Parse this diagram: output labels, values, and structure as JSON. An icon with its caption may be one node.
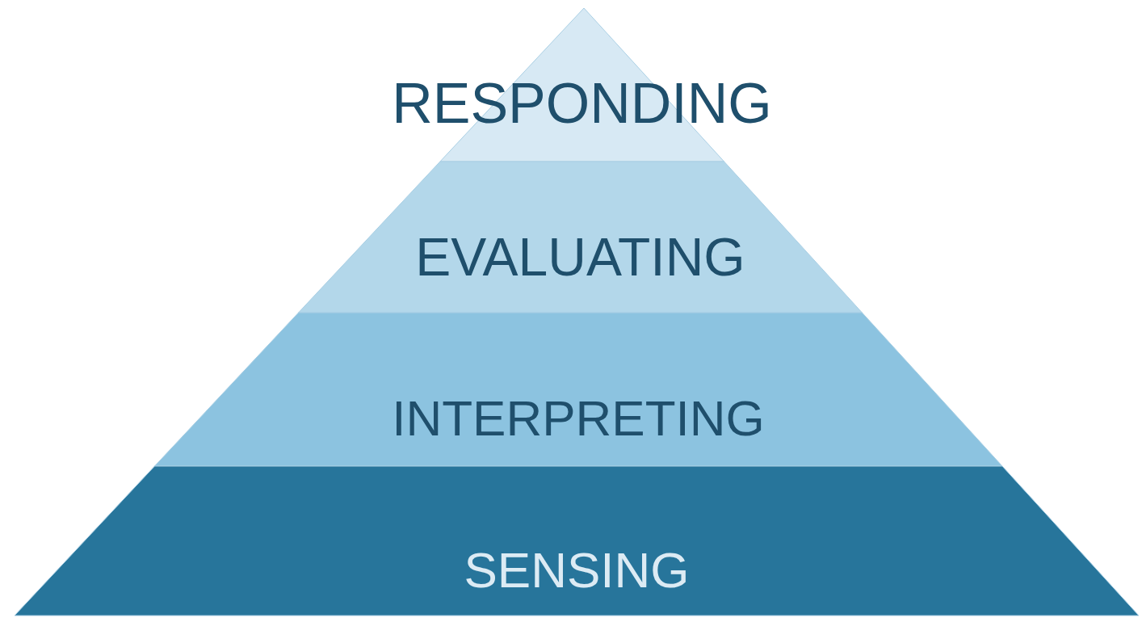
{
  "diagram": {
    "nodes": [
      {
        "text": [
          "RESPONDING"
        ]
      },
      {
        "text": [
          "EVALUATING"
        ]
      },
      {
        "text": [
          "INTERPRETING"
        ]
      },
      {
        "text": [
          "SENSING"
        ]
      }
    ]
  }
}
